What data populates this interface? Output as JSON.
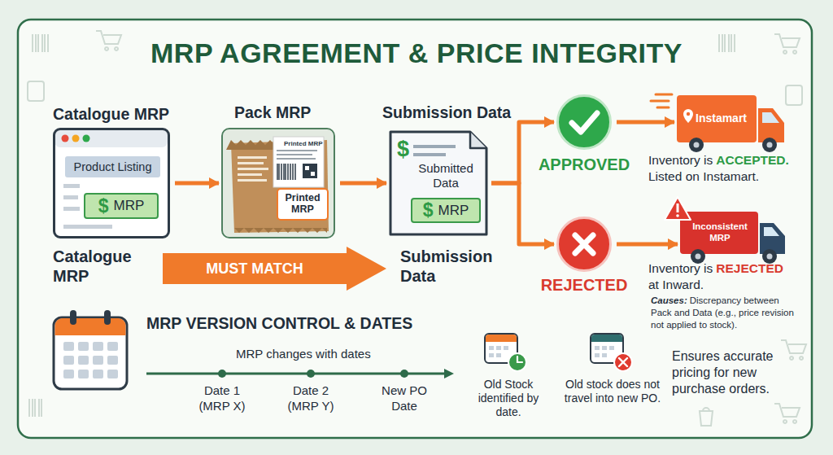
{
  "diagram": {
    "title": "MRP AGREEMENT & PRICE INTEGRITY",
    "nodes": [
      {
        "text": [
          "Catalogue MRP"
        ]
      },
      {
        "text": [
          "Product Listing"
        ],
        "in": 0
      },
      {
        "text": [
          "$",
          "MRP"
        ],
        "in": 0
      },
      {
        "text": [
          "Pack MRP"
        ]
      },
      {
        "text": [
          "Printed MRP"
        ],
        "in": 3
      },
      {
        "text": [
          "Submission Data",
          "$",
          "Submitted Data"
        ]
      },
      {
        "text": [
          "$",
          "MRP"
        ],
        "in": 5
      },
      {
        "text": [
          "APPROVED"
        ]
      },
      {
        "text": [
          "REJECTED"
        ]
      },
      {
        "text": [
          "Instamart"
        ]
      },
      {
        "text": [
          "Inconsistent MRP"
        ]
      },
      {
        "text": [
          "MUST MATCH"
        ]
      }
    ],
    "edges": [
      {
        "from": 0,
        "to": 3,
        "arrow": "to"
      },
      {
        "from": 3,
        "to": 5,
        "arrow": "to"
      },
      {
        "from": 5,
        "to": 7,
        "arrow": "to"
      },
      {
        "from": 5,
        "to": 8,
        "arrow": "to"
      },
      {
        "from": 7,
        "to": 9,
        "arrow": "to"
      },
      {
        "from": 8,
        "to": 10,
        "arrow": "to"
      }
    ],
    "labels": [
      "Printed MRP",
      "Catalogue MRP",
      "Submission Data",
      "Inventory is",
      "ACCEPTED.",
      "Listed on Instamart.",
      "Inventory is",
      "REJECTED",
      "at Inward.",
      "Causes:",
      "Discrepancy between Pack and Data (e.g., price revision not applied to stock).",
      "MRP VERSION CONTROL & DATES",
      "MRP changes with dates",
      "Date 1 (MRP X)",
      "Date 2 (MRP Y)",
      "New PO Date",
      "Old Stock identified by date.",
      "Old stock does not travel into new PO.",
      "Ensures accurate pricing for new purchase orders."
    ]
  }
}
